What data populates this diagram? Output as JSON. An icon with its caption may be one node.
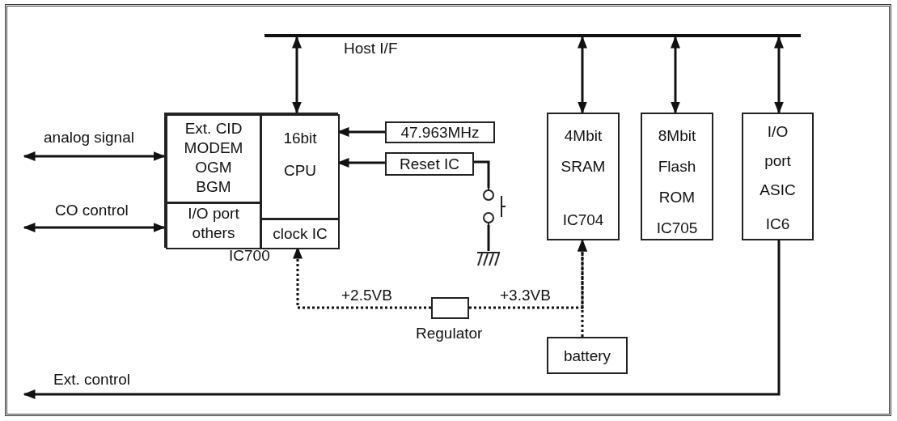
{
  "diagram": {
    "nodes": [
      {
        "text": [
          "IC700"
        ]
      },
      {
        "text": [
          "Ext. CID MODEM OGM BGM"
        ],
        "in": 0
      },
      {
        "text": [
          "I/O port others"
        ],
        "in": 0
      },
      {
        "text": [
          "16bit CPU"
        ],
        "in": 0
      },
      {
        "text": [
          "clock IC"
        ],
        "in": 0
      },
      {
        "text": [
          "47.963MHz"
        ]
      },
      {
        "text": [
          "Reset IC"
        ]
      },
      {
        "text": [
          "4Mbit SRAM",
          "IC704"
        ]
      },
      {
        "text": [
          "8Mbit Flash ROM",
          "IC705"
        ]
      },
      {
        "text": [
          "I/O port ASIC",
          "IC6"
        ]
      },
      {
        "text": [],
        "shape": "box",
        "beside": [
          "Regulator"
        ]
      },
      {
        "text": [
          "battery"
        ]
      },
      {
        "text": [],
        "shape": "bar",
        "beside": [
          "Host I/F"
        ]
      },
      {
        "text": [],
        "shape": "picture"
      },
      {
        "text": [],
        "shape": "picture"
      }
    ],
    "edges": [
      {
        "from": null,
        "to": 1,
        "arrow": "both",
        "label": "analog signal"
      },
      {
        "from": null,
        "to": 2,
        "arrow": "both",
        "label": "CO control"
      },
      {
        "from": 12,
        "to": 3,
        "arrow": "both"
      },
      {
        "from": 12,
        "to": 7,
        "arrow": "both"
      },
      {
        "from": 12,
        "to": 8,
        "arrow": "both"
      },
      {
        "from": 12,
        "to": 9,
        "arrow": "both"
      },
      {
        "from": 5,
        "to": 3,
        "arrow": "to"
      },
      {
        "from": 6,
        "to": 3,
        "arrow": "to"
      },
      {
        "from": 6,
        "to": 13,
        "arrow": "none"
      },
      {
        "from": 13,
        "to": 14,
        "arrow": "none"
      },
      {
        "from": 10,
        "to": 4,
        "arrow": "to",
        "style": "dashed",
        "label": "+2.5VB"
      },
      {
        "from": 10,
        "to": 7,
        "arrow": "to",
        "style": "dashed",
        "label": "+3.3VB"
      },
      {
        "from": 11,
        "to": 7,
        "arrow": "to",
        "style": "dashed"
      },
      {
        "from": 9,
        "to": null,
        "arrow": "to",
        "label": "Ext. control"
      }
    ]
  }
}
